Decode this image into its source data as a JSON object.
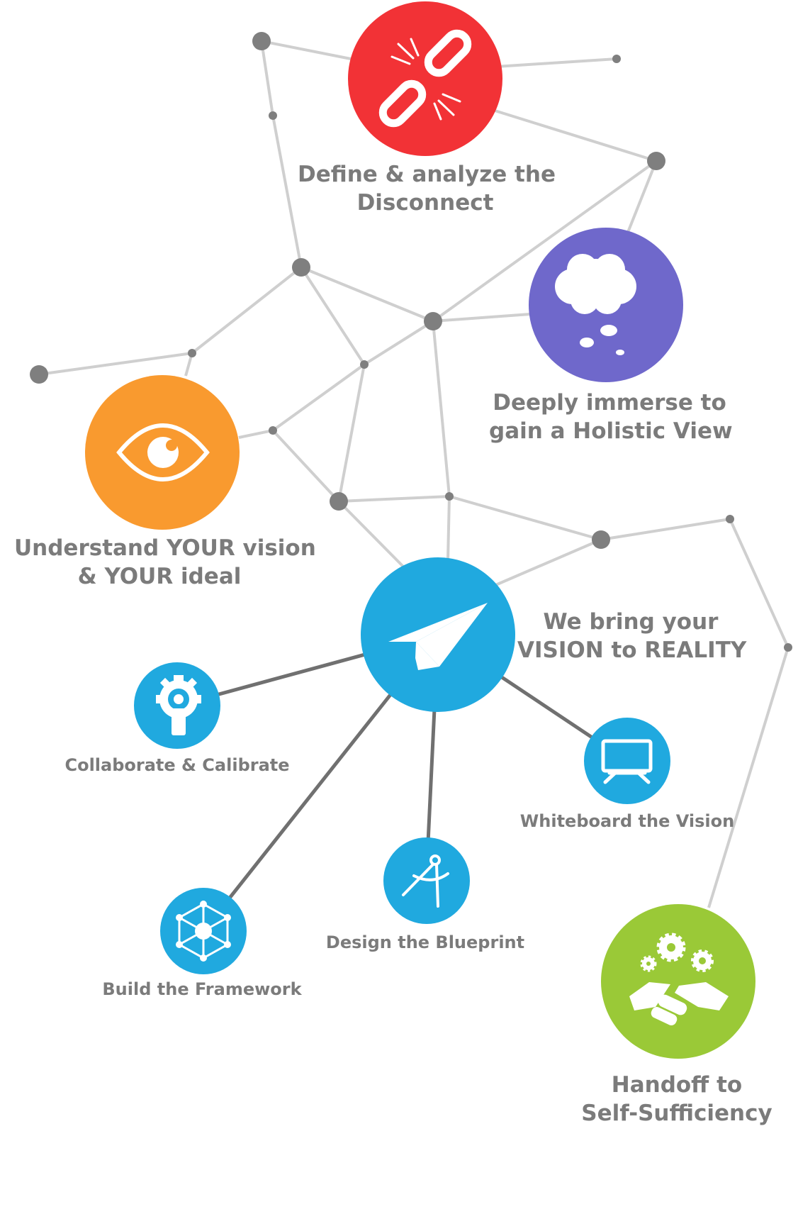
{
  "colors": {
    "line": "#cfcfcf",
    "dark_line": "#707070",
    "node": "#7f7f7f",
    "text": "#7b7b7b",
    "red": "#f23236",
    "purple": "#6f68cb",
    "orange": "#f99a2f",
    "blue": "#20a9df",
    "green": "#9ac937"
  },
  "steps": {
    "define": {
      "line1": "Define & analyze the",
      "line2": "Disconnect",
      "icon": "broken-link-icon"
    },
    "immerse": {
      "line1": "Deeply immerse to",
      "line2": "gain a Holistic View",
      "icon": "thought-bubble-icon"
    },
    "understand": {
      "line1": "Understand YOUR vision",
      "line2": "& YOUR ideal",
      "icon": "eye-icon"
    },
    "vision": {
      "line1": "We bring your",
      "line2": "VISION to REALITY",
      "icon": "paper-plane-icon"
    },
    "collaborate": {
      "label": "Collaborate & Calibrate",
      "icon": "gear-person-icon"
    },
    "whiteboard": {
      "label": "Whiteboard the Vision",
      "icon": "whiteboard-icon"
    },
    "blueprint": {
      "label": "Design the Blueprint",
      "icon": "compass-icon"
    },
    "framework": {
      "label": "Build the Framework",
      "icon": "cube-icon"
    },
    "handoff": {
      "line1": "Handoff to",
      "line2": "Self-Sufficiency",
      "icon": "handshake-gears-icon"
    }
  }
}
